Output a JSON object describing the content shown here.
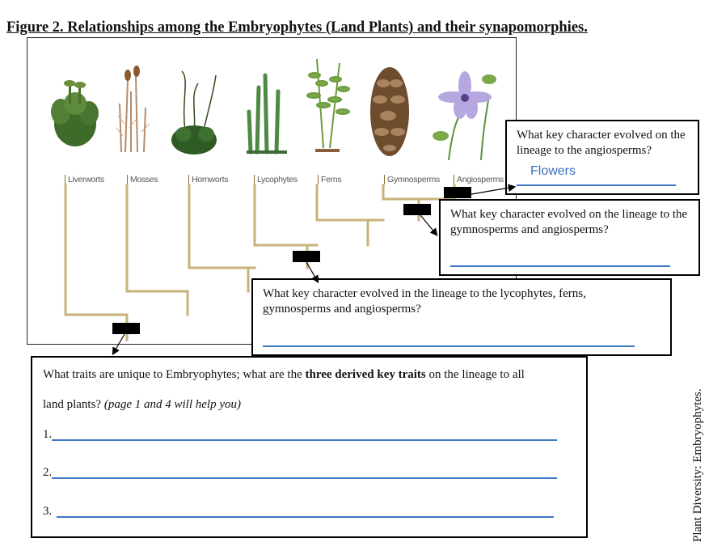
{
  "figure": {
    "title": "Figure 2. Relationships among the Embryophytes (Land Plants) and their synapomorphies."
  },
  "taxa": [
    {
      "label": "Liverworts",
      "icon": "liverwort-plant-icon"
    },
    {
      "label": "Mosses",
      "icon": "moss-plant-icon"
    },
    {
      "label": "Hornworts",
      "icon": "hornwort-plant-icon"
    },
    {
      "label": "Lycophytes",
      "icon": "lycophyte-plant-icon"
    },
    {
      "label": "Ferns",
      "icon": "fern-plant-icon"
    },
    {
      "label": "Gymnosperms",
      "icon": "pinecone-icon"
    },
    {
      "label": "Angiosperms",
      "icon": "flower-icon"
    }
  ],
  "colors": {
    "tree_branch": "#c9b27a",
    "answer_line": "#3d78c4",
    "answer_text": "#3a6fc0"
  },
  "questions": {
    "angiosperms": {
      "prompt": "What key character evolved on the lineage to the angiosperms?",
      "answer": "Flowers"
    },
    "gymno_angio": {
      "prompt": "What key character evolved on the lineage to the gymnosperms and angiosperms?"
    },
    "vascular": {
      "prompt": "What key character evolved in the lineage to the lycophytes, ferns, gymnosperms and angiosperms?"
    },
    "embryophytes": {
      "prompt_start": "What traits are unique to Embryophytes; what are the ",
      "prompt_bold": "three derived key traits",
      "prompt_end": " on the lineage to all",
      "prompt_line2": "land plants? ",
      "hint": "(page 1 and 4 will help you)",
      "items": [
        "1.",
        "2.",
        "3."
      ]
    }
  },
  "side_caption": "Plant Diversity:  Embryophytes."
}
